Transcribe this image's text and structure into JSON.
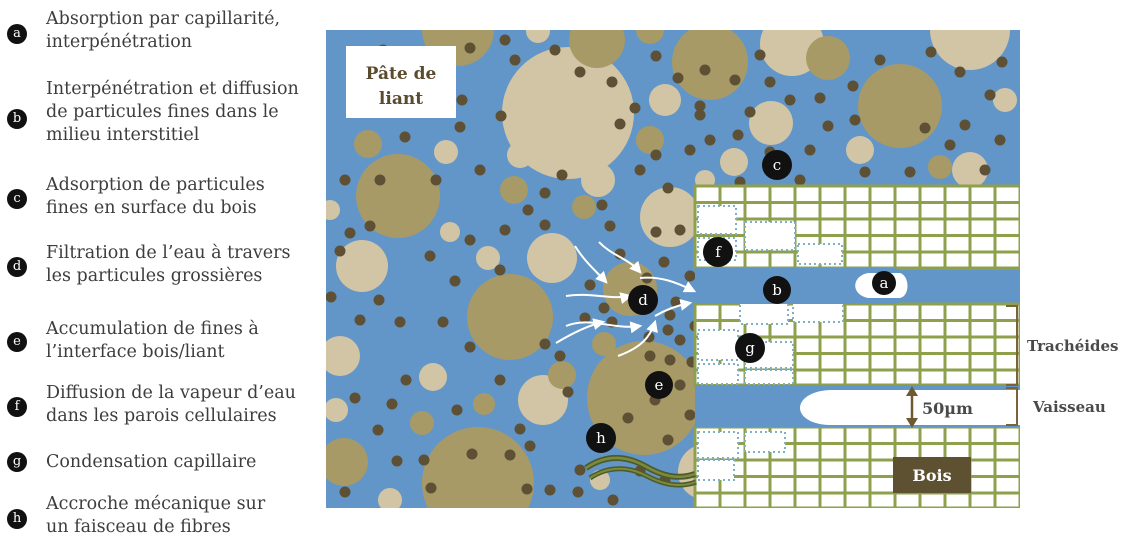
{
  "legend": {
    "items": [
      {
        "key": "a",
        "lines": [
          "Absorption par capillarité,",
          "interpénétration"
        ]
      },
      {
        "key": "b",
        "lines": [
          "Interpénétration et diffusion",
          "de particules fines dans le",
          "milieu interstitiel"
        ]
      },
      {
        "key": "c",
        "lines": [
          "Adsorption de particules",
          "fines en surface du bois"
        ]
      },
      {
        "key": "d",
        "lines": [
          "Filtration de l’eau à travers",
          "les particules grossières"
        ]
      },
      {
        "key": "e",
        "lines": [
          "Accumulation de fines à",
          "l’interface bois/liant"
        ]
      },
      {
        "key": "f",
        "lines": [
          "Diffusion de la vapeur d’eau",
          "dans les parois cellulaires"
        ]
      },
      {
        "key": "g",
        "lines": [
          "Condensation capillaire"
        ]
      },
      {
        "key": "h",
        "lines": [
          "Accroche mécanique sur",
          "un faisceau de fibres"
        ]
      }
    ]
  },
  "diagram": {
    "binder_label_line1": "Pâte de",
    "binder_label_line2": "liant",
    "wood_label": "Bois",
    "tracheids_label": "Trachéides",
    "vessel_label": "Vaisseau",
    "scale_label": "50µm",
    "markers": {
      "a": "a",
      "b": "b",
      "c": "c",
      "d": "d",
      "e": "e",
      "f": "f",
      "g": "g",
      "h": "h"
    }
  },
  "colors": {
    "binder_blue": "#6296c8",
    "coarse_beige": "#d1c5a6",
    "coarse_olive": "#a79a66",
    "fine_particle": "#5e5034",
    "wood_wall": "#8ea04c",
    "wood_label_bg": "#5e5132",
    "bracket_brown": "#7a6338",
    "badge": "#111111"
  }
}
